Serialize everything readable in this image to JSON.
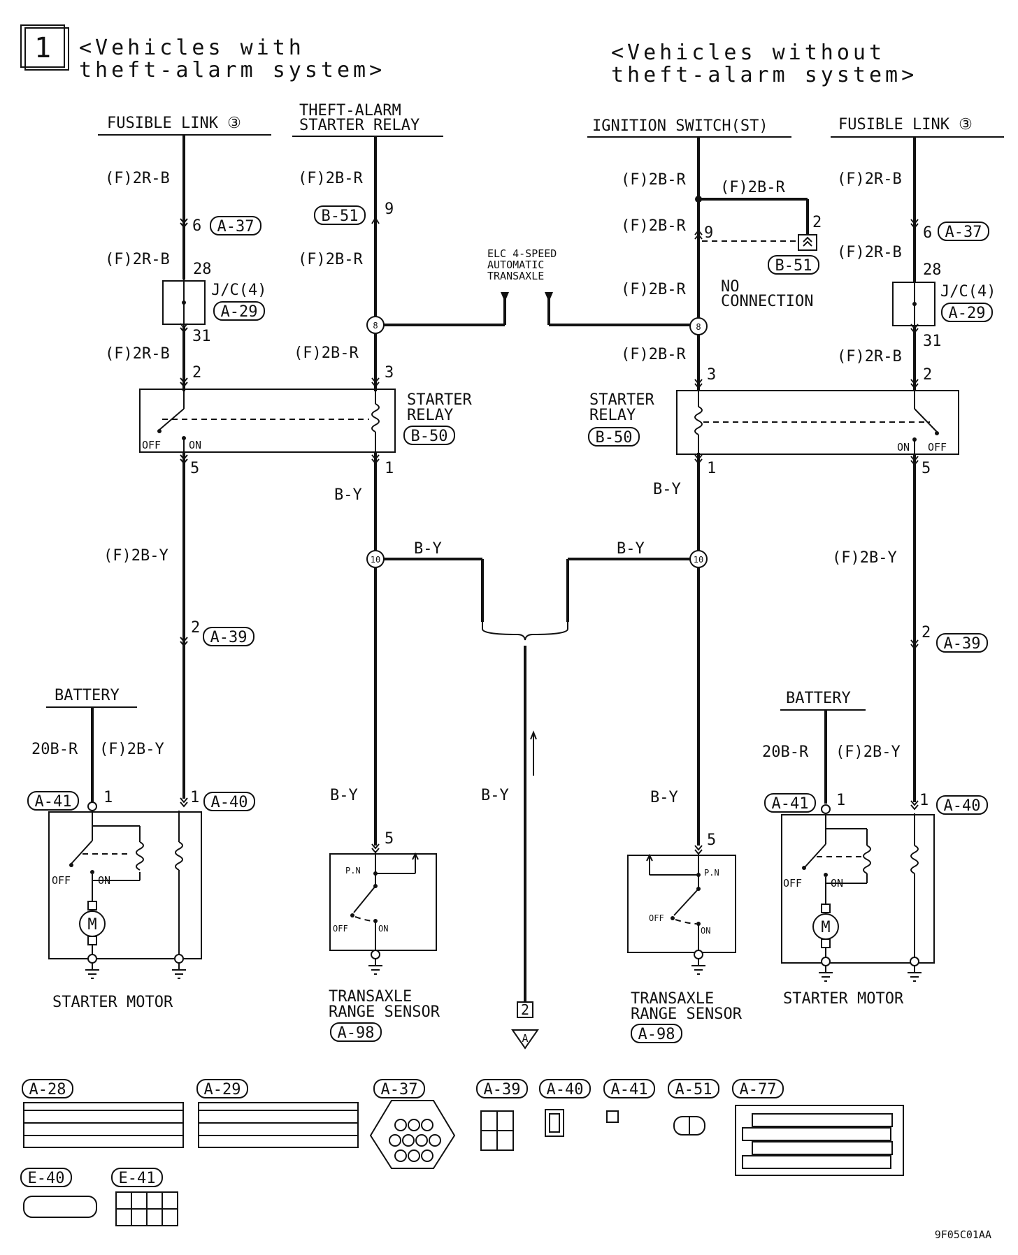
{
  "header": {
    "section_number": "1",
    "left_title_line1": "<Vehicles with",
    "left_title_line2": "theft-alarm system>",
    "right_title_line1": "<Vehicles without",
    "right_title_line2": "theft-alarm system>"
  },
  "sources": {
    "fusible_link_left": "FUSIBLE LINK ③",
    "theft_alarm_line1": "THEFT-ALARM",
    "theft_alarm_line2": "STARTER RELAY",
    "ignition_switch": "IGNITION SWITCH(ST)",
    "fusible_link_right": "FUSIBLE LINK ③",
    "elc_line1": "ELC 4-SPEED",
    "elc_line2": "AUTOMATIC",
    "elc_line3": "TRANSAXLE",
    "no_connection_line1": "NO",
    "no_connection_line2": "CONNECTION"
  },
  "wires": {
    "f_2r_b": "(F)2R-B",
    "f_2b_r": "(F)2B-R",
    "f_2b_y": "(F)2B-Y",
    "b_y": "B-Y",
    "w20b_r": "20B-R"
  },
  "pins": {
    "p1": "1",
    "p2": "2",
    "p3": "3",
    "p5": "5",
    "p6": "6",
    "p8": "8",
    "p9": "9",
    "p10": "10",
    "p28": "28",
    "p31": "31"
  },
  "components": {
    "jc": "J/C(4)",
    "starter_relay_line1": "STARTER",
    "starter_relay_line2": "RELAY",
    "battery": "BATTERY",
    "starter_motor": "STARTER MOTOR",
    "tr_sensor_line1": "TRANSAXLE",
    "tr_sensor_line2": "RANGE SENSOR",
    "motor_symbol": "M",
    "off": "OFF",
    "on": "ON",
    "pn": "P.N",
    "ground_connector": "2",
    "ground_arrow": "A"
  },
  "connectors": {
    "a37": "A-37",
    "a29": "A-29",
    "b51": "B-51",
    "b50": "B-50",
    "a39": "A-39",
    "a41": "A-41",
    "a40": "A-40",
    "a98": "A-98",
    "a28": "A-28",
    "a51": "A-51",
    "a77": "A-77",
    "e40": "E-40",
    "e41": "E-41"
  },
  "footer_code": "9F05C01AA",
  "icons": [
    "ground-icon",
    "coil-icon",
    "switch-icon",
    "motor-icon",
    "splice-icon",
    "arrow-up-icon"
  ]
}
